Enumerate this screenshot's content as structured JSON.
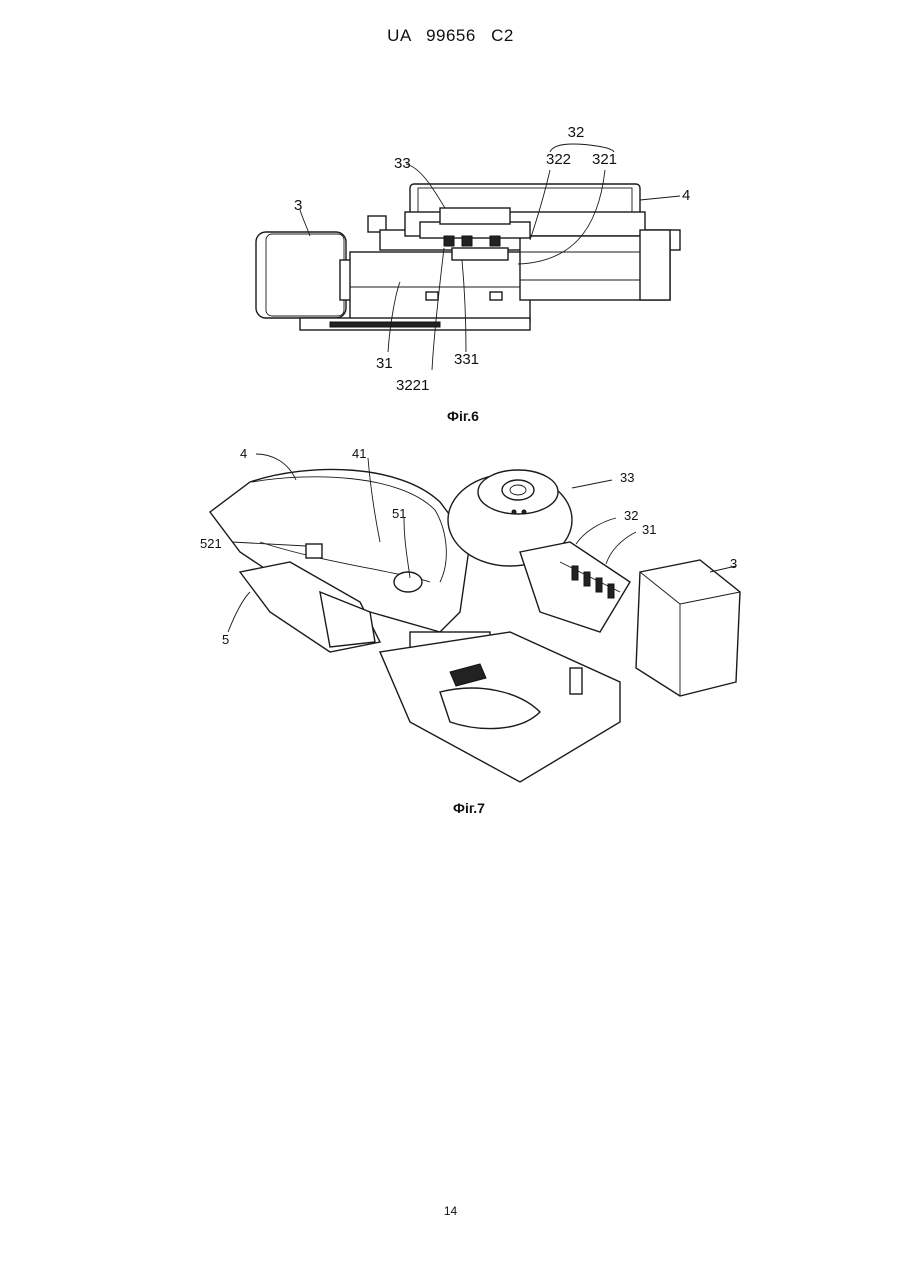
{
  "header": {
    "document_id": "UA   99656   C2"
  },
  "figure6": {
    "caption": "Фіг.6",
    "labels": {
      "l32": "32",
      "l322": "322",
      "l321": "321",
      "l33": "33",
      "l3": "3",
      "l4": "4",
      "l31": "31",
      "l331": "331",
      "l3221": "3221"
    }
  },
  "figure7": {
    "caption": "Фіг.7",
    "labels": {
      "l4": "4",
      "l41": "41",
      "l33": "33",
      "l32": "32",
      "l31": "31",
      "l51": "51",
      "l521": "521",
      "l3": "3",
      "l5": "5"
    }
  },
  "footer": {
    "page_number": "14"
  }
}
